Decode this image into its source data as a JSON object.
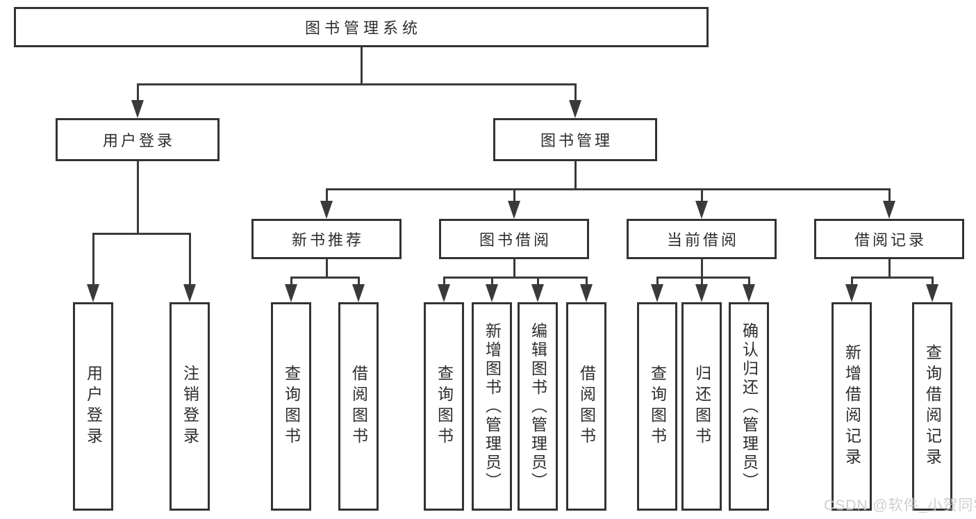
{
  "root": {
    "label": "图书管理系统"
  },
  "branches": {
    "user_login": {
      "label": "用户登录",
      "children": {
        "login": "用户登录",
        "logout": "注销登录"
      }
    },
    "book_mgmt": {
      "label": "图书管理",
      "children": {
        "new_book_rec": {
          "label": "新书推荐",
          "children": {
            "query_book": "查询图书",
            "borrow_book": "借阅图书"
          }
        },
        "book_borrow": {
          "label": "图书借阅",
          "children": {
            "query_book": "查询图书",
            "add_book": "新增图书（管理员）",
            "edit_book": "编辑图书（管理员）",
            "borrow_book": "借阅图书"
          }
        },
        "current_borrow": {
          "label": "当前借阅",
          "children": {
            "query_book": "查询图书",
            "return_book": "归还图书",
            "confirm_return": "确认归还（管理员）"
          }
        },
        "borrow_record": {
          "label": "借阅记录",
          "children": {
            "add_record": "新增借阅记录",
            "query_record": "查询借阅记录"
          }
        }
      }
    }
  },
  "watermark": "CSDN @软件_小贺同学",
  "colors": {
    "line": "#3a3a3a",
    "border": "#333333",
    "text": "#2d2d2d",
    "watermark_text": "#c9c9c9",
    "background": "#ffffff"
  }
}
